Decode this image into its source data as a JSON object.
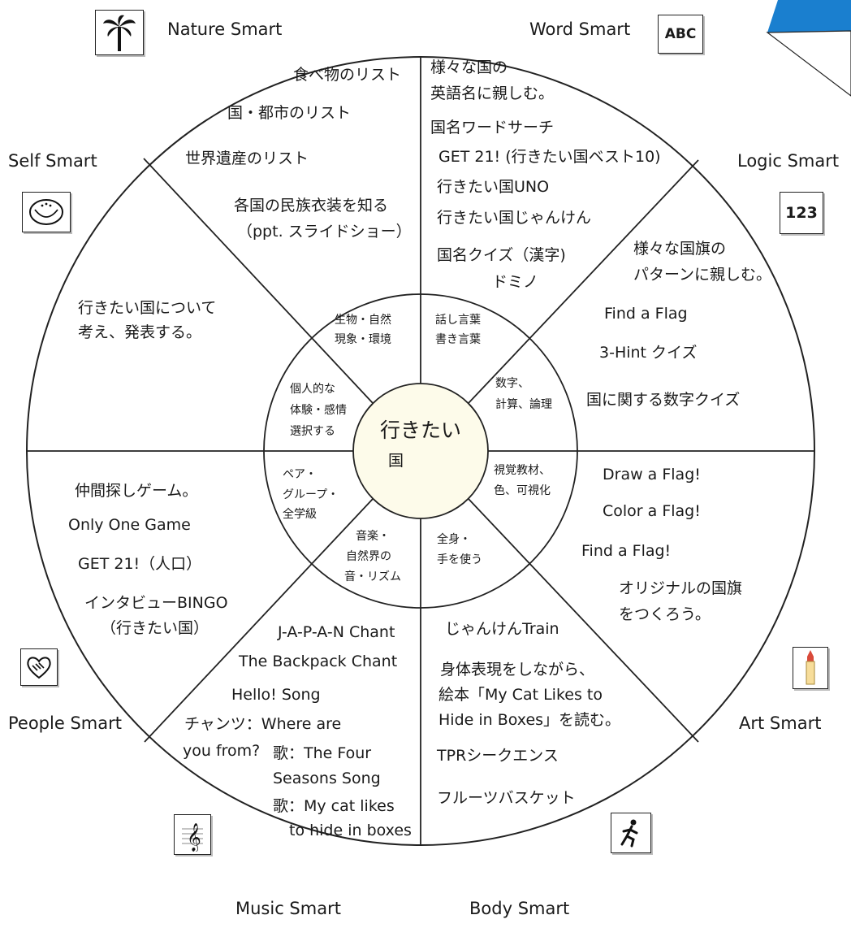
{
  "center": {
    "line1": "行きたい",
    "line2": "国"
  },
  "smarts": {
    "nature": "Nature Smart",
    "word": "Word Smart",
    "self": "Self Smart",
    "logic": "Logic Smart",
    "people": "People Smart",
    "art": "Art Smart",
    "music": "Music Smart",
    "body": "Body Smart"
  },
  "icons": {
    "word": "ABC",
    "logic": "123"
  },
  "inner": {
    "nature": [
      "生物・自然",
      "現象・環境"
    ],
    "word": [
      "話し言葉",
      "書き言葉"
    ],
    "logic": [
      "数字、",
      "計算、論理"
    ],
    "self": [
      "個人的な",
      "体験・感情",
      "選択する"
    ],
    "art": [
      "視覚教材、",
      "色、可視化"
    ],
    "people": [
      "ペア・",
      "グループ・",
      "全学級"
    ],
    "music": [
      "音楽・",
      "自然界の",
      "音・リズム"
    ],
    "body": [
      "全身・",
      "手を使う"
    ]
  },
  "outer": {
    "nature": [
      "食べ物のリスト",
      "国・都市のリスト",
      "世界遺産のリスト",
      "各国の民族衣装を知る",
      "（ppt. スライドショー）"
    ],
    "word": [
      "様々な国の",
      "英語名に親しむ。",
      "国名ワードサーチ",
      "GET 21! (行きたい国ベスト10)",
      "行きたい国UNO",
      "行きたい国じゃんけん",
      "国名クイズ（漢字)",
      "ドミノ"
    ],
    "self": [
      "行きたい国について",
      "考え、発表する。"
    ],
    "logic": [
      "様々な国旗の",
      "パターンに親しむ。",
      "Find a Flag",
      "3-Hint クイズ",
      "国に関する数字クイズ"
    ],
    "people": [
      "仲間探しゲーム。",
      "Only One Game",
      "GET 21!（人口）",
      "インタビューBINGO",
      "（行きたい国）"
    ],
    "art": [
      "Draw a Flag!",
      "Color a Flag!",
      "Find a Flag!",
      "オリジナルの国旗",
      "をつくろう。"
    ],
    "music": [
      "J-A-P-A-N Chant",
      "The Backpack Chant",
      "Hello! Song",
      "チャンツ：Where are",
      "you from?",
      "歌：The Four",
      "Seasons Song",
      "歌：My cat likes",
      "to hide in boxes"
    ],
    "body": [
      "じゃんけんTrain",
      "身体表現をしながら、",
      "絵本「My Cat Likes to",
      "Hide in Boxes」を読む。",
      "TPRシークエンス",
      "フルーツバスケット"
    ]
  },
  "colors": {
    "center_fill": "#fdfbea",
    "corner_blue": "#1a7fcf",
    "line": "#222222"
  }
}
